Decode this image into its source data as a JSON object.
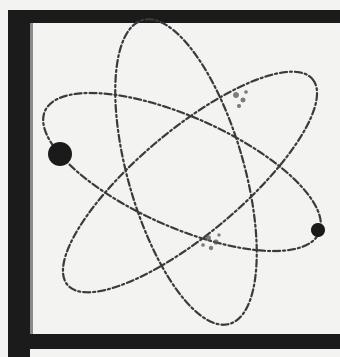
{
  "figure": {
    "kind": "atom-symbol-icon",
    "frame": "thick-dark-square-border",
    "orbit_count": 3,
    "electron_count": 2,
    "nucleus_count": 2,
    "colors": {
      "background": "#f3f3f1",
      "frame": "#1b1b1b",
      "orbit": "#3a3a3a",
      "electron": "#1a1a1a"
    }
  }
}
